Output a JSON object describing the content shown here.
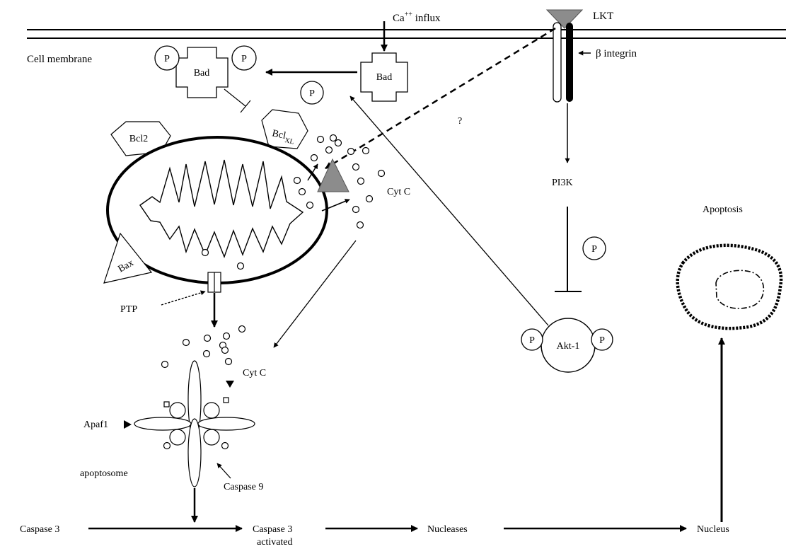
{
  "labels": {
    "ca_influx_base": "Ca",
    "ca_influx_sup": "++",
    "ca_influx_rest": " influx",
    "lkt": "LKT",
    "cell_membrane": "Cell membrane",
    "beta_integrin": "β integrin",
    "bad": "Bad",
    "phospho": "P",
    "question": "?",
    "bcl2": "Bcl2",
    "bclxl_main": "Bcl",
    "bclxl_sub": "XL",
    "cyt_c_upper": "Cyt C",
    "pi3k": "PI3K",
    "apoptosis": "Apoptosis",
    "bax": "Bax",
    "ptp": "PTP",
    "akt1": "Akt-1",
    "cyt_c_lower": "Cyt C",
    "apaf1": "Apaf1",
    "apoptosome": "apoptosome",
    "caspase9": "Caspase 9",
    "caspase3": "Caspase 3",
    "caspase3_activated_1": "Caspase 3",
    "caspase3_activated_2": "activated",
    "nucleases": "Nucleases",
    "nucleus": "Nucleus"
  },
  "colors": {
    "line": "#000000",
    "lkt_toxin": "#8c8c8c",
    "background": "#ffffff"
  }
}
